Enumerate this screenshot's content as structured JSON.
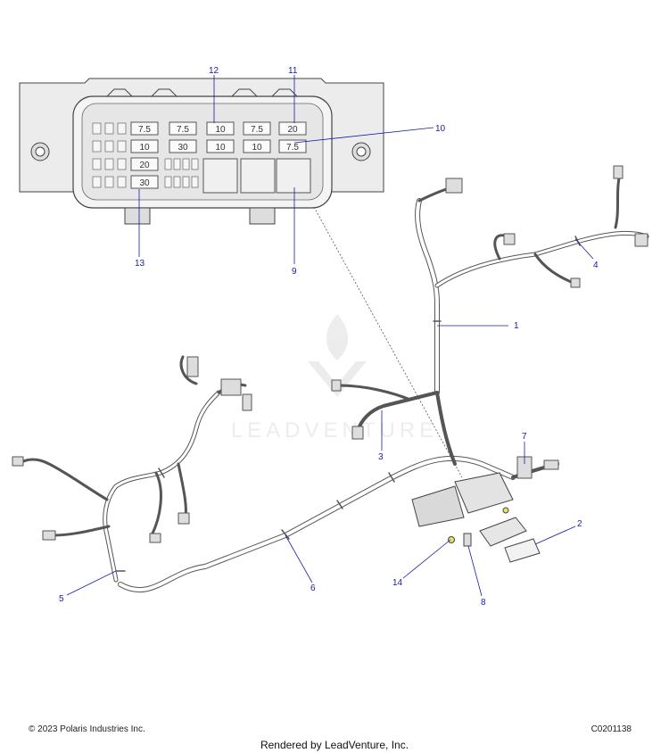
{
  "diagram": {
    "fuses": {
      "row1": [
        "7.5",
        "7.5",
        "10",
        "7.5",
        "20"
      ],
      "row2": [
        "10",
        "30",
        "10",
        "10",
        "7.5"
      ],
      "row3": [
        "20"
      ],
      "row4": [
        "30"
      ]
    },
    "callouts": [
      "1",
      "2",
      "3",
      "4",
      "5",
      "6",
      "7",
      "8",
      "9",
      "10",
      "11",
      "12",
      "13",
      "14"
    ],
    "watermark_text": "LEADVENTURE"
  },
  "footer": {
    "copyright": "© 2023 Polaris Industries Inc.",
    "part_code": "C0201138",
    "rendered_by": "Rendered by LeadVenture, Inc."
  },
  "colors": {
    "callout_line": "#1a1aa8",
    "harness_stroke": "#555555",
    "fuse_box_fill": "#e9e9e9"
  }
}
